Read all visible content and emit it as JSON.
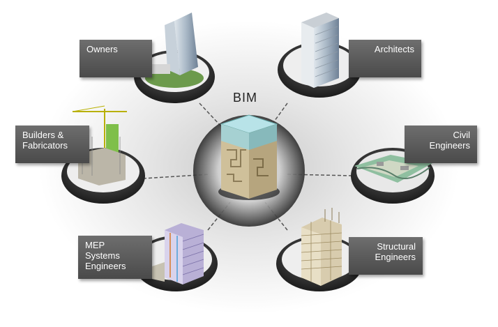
{
  "center": {
    "title": "BIM"
  },
  "stakeholders": [
    {
      "id": "owners",
      "label": "Owners"
    },
    {
      "id": "architects",
      "label": "Architects"
    },
    {
      "id": "builders",
      "label": "Builders &\nFabricators"
    },
    {
      "id": "civil",
      "label": "Civil\nEngineers"
    },
    {
      "id": "mep",
      "label": "MEP\nSystems\nEngineers"
    },
    {
      "id": "structural",
      "label": "Structural\nEngineers"
    }
  ],
  "colors": {
    "label_bg": "#555555",
    "disc": "#3a3a3a",
    "glass": "#8fd0d8",
    "sand": "#d8c49a"
  }
}
